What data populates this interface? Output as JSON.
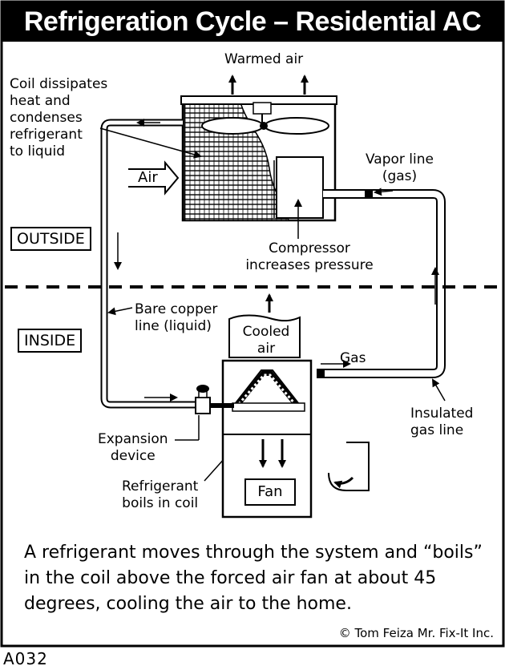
{
  "title": "Refrigeration Cycle – Residential AC",
  "labels": {
    "warmed_air": "Warmed air",
    "coil_dissipates": [
      "Coil dissipates",
      "heat and",
      "condenses",
      "refrigerant",
      "to liquid"
    ],
    "air": "Air",
    "vapor_line": [
      "Vapor line",
      "(gas)"
    ],
    "outside": "OUTSIDE",
    "inside": "INSIDE",
    "compressor": [
      "Compressor",
      "increases pressure"
    ],
    "bare_copper": [
      "Bare copper",
      "line (liquid)"
    ],
    "cooled_air": [
      "Cooled",
      "air"
    ],
    "gas": "Gas",
    "insulated": [
      "Insulated",
      "gas line"
    ],
    "expansion": [
      "Expansion",
      "device"
    ],
    "refrigerant_boils": [
      "Refrigerant",
      "boils in coil"
    ],
    "fan": "Fan"
  },
  "caption": "A refrigerant moves through the system and “boils” in the coil above the forced air fan at about 45 degrees, cooling the air to the home.",
  "credit": "© Tom Feiza Mr. Fix-It Inc.",
  "code": "A032"
}
